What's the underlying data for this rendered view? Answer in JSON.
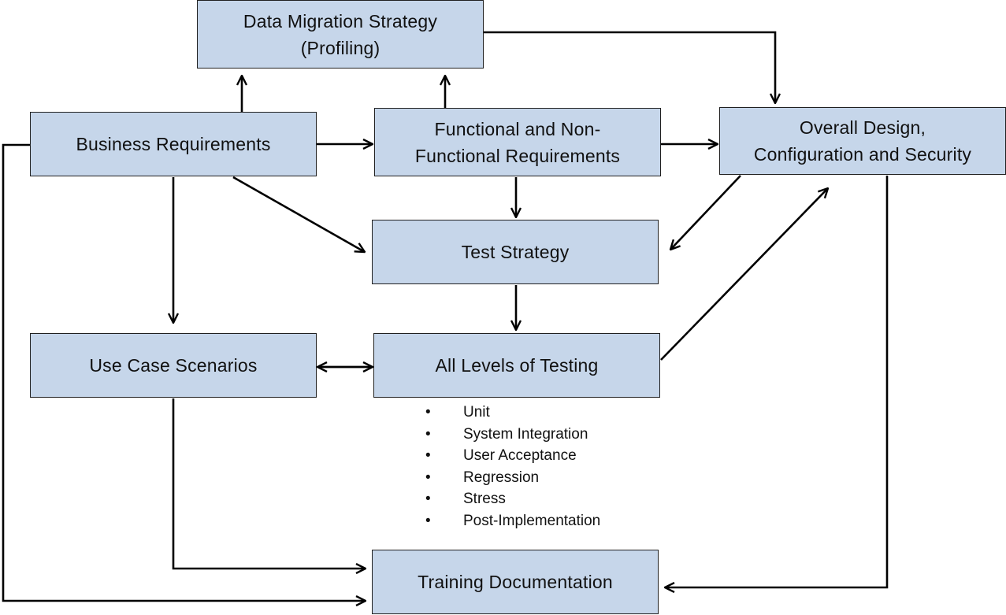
{
  "nodes": {
    "data_migration": {
      "line1": "Data Migration Strategy",
      "line2": "(Profiling)"
    },
    "business_requirements": {
      "label": "Business Requirements"
    },
    "functional_requirements": {
      "line1": "Functional and Non-",
      "line2": "Functional Requirements"
    },
    "overall_design": {
      "line1": "Overall Design,",
      "line2": "Configuration and Security"
    },
    "test_strategy": {
      "label": "Test Strategy"
    },
    "use_case_scenarios": {
      "label": "Use Case Scenarios"
    },
    "all_levels_testing": {
      "label": "All Levels of Testing"
    },
    "training_documentation": {
      "label": "Training Documentation"
    }
  },
  "testing_levels": [
    "Unit",
    "System Integration",
    "User Acceptance",
    "Regression",
    "Stress",
    "Post-Implementation"
  ],
  "colors": {
    "box_fill": "#c6d6ea",
    "box_border": "#202020",
    "line": "#000000"
  }
}
